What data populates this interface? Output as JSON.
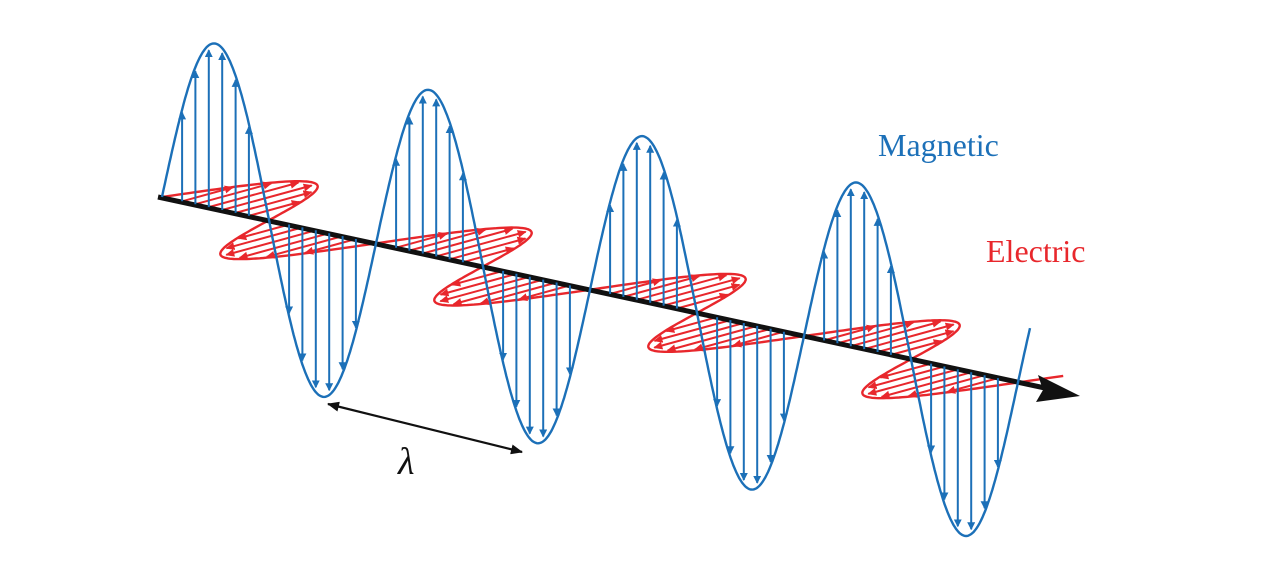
{
  "labels": {
    "magnetic": "Magnetic",
    "electric": "Electric",
    "wavelength": "λ"
  },
  "colors": {
    "magnetic": "#1c70b8",
    "electric": "#e8272c",
    "axis": "#111111",
    "background": "#ffffff"
  }
}
